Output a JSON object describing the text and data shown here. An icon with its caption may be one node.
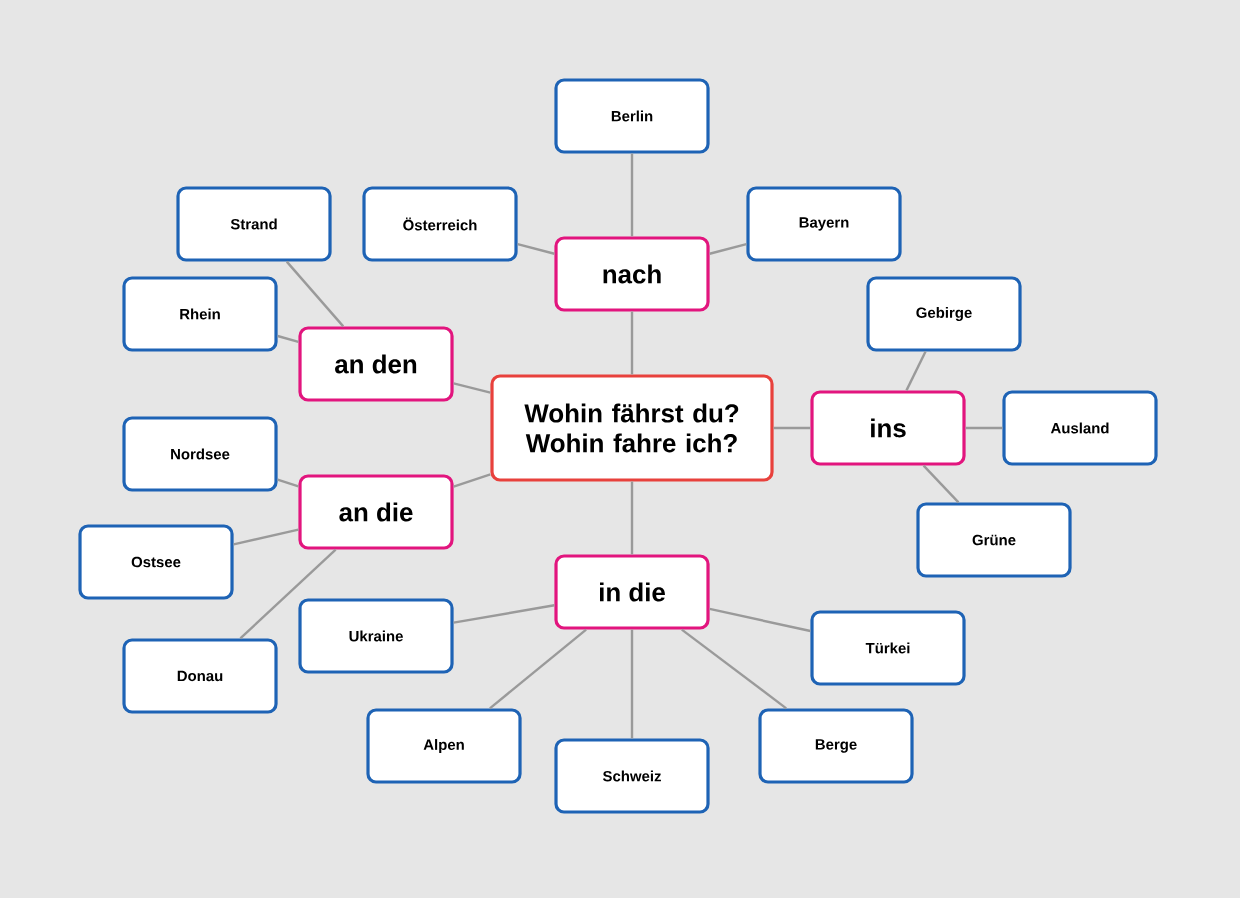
{
  "diagram": {
    "nodes": [
      {
        "text": [
          "Wohin fährst du? Wohin fahre ich?"
        ]
      },
      {
        "text": [
          "nach"
        ]
      },
      {
        "text": [
          "an den"
        ]
      },
      {
        "text": [
          "ins"
        ]
      },
      {
        "text": [
          "an die"
        ]
      },
      {
        "text": [
          "in die"
        ]
      },
      {
        "text": [
          "Berlin"
        ]
      },
      {
        "text": [
          "Österreich"
        ]
      },
      {
        "text": [
          "Bayern"
        ]
      },
      {
        "text": [
          "Strand"
        ]
      },
      {
        "text": [
          "Rhein"
        ]
      },
      {
        "text": [
          "Gebirge"
        ]
      },
      {
        "text": [
          "Ausland"
        ]
      },
      {
        "text": [
          "Grüne"
        ]
      },
      {
        "text": [
          "Nordsee"
        ]
      },
      {
        "text": [
          "Ostsee"
        ]
      },
      {
        "text": [
          "Donau"
        ]
      },
      {
        "text": [
          "Ukraine"
        ]
      },
      {
        "text": [
          "Türkei"
        ]
      },
      {
        "text": [
          "Alpen"
        ]
      },
      {
        "text": [
          "Schweiz"
        ]
      },
      {
        "text": [
          "Berge"
        ]
      }
    ],
    "edges": [
      {
        "from": 0,
        "to": 1,
        "arrow": "none"
      },
      {
        "from": 0,
        "to": 2,
        "arrow": "none"
      },
      {
        "from": 0,
        "to": 3,
        "arrow": "none"
      },
      {
        "from": 0,
        "to": 4,
        "arrow": "none"
      },
      {
        "from": 0,
        "to": 5,
        "arrow": "none"
      },
      {
        "from": 1,
        "to": 6,
        "arrow": "none"
      },
      {
        "from": 1,
        "to": 7,
        "arrow": "none"
      },
      {
        "from": 1,
        "to": 8,
        "arrow": "none"
      },
      {
        "from": 2,
        "to": 9,
        "arrow": "none"
      },
      {
        "from": 2,
        "to": 10,
        "arrow": "none"
      },
      {
        "from": 3,
        "to": 11,
        "arrow": "none"
      },
      {
        "from": 3,
        "to": 12,
        "arrow": "none"
      },
      {
        "from": 3,
        "to": 13,
        "arrow": "none"
      },
      {
        "from": 4,
        "to": 14,
        "arrow": "none"
      },
      {
        "from": 4,
        "to": 15,
        "arrow": "none"
      },
      {
        "from": 4,
        "to": 16,
        "arrow": "none"
      },
      {
        "from": 5,
        "to": 17,
        "arrow": "none"
      },
      {
        "from": 5,
        "to": 18,
        "arrow": "none"
      },
      {
        "from": 5,
        "to": 19,
        "arrow": "none"
      },
      {
        "from": 5,
        "to": 20,
        "arrow": "none"
      },
      {
        "from": 5,
        "to": 21,
        "arrow": "none"
      }
    ]
  }
}
